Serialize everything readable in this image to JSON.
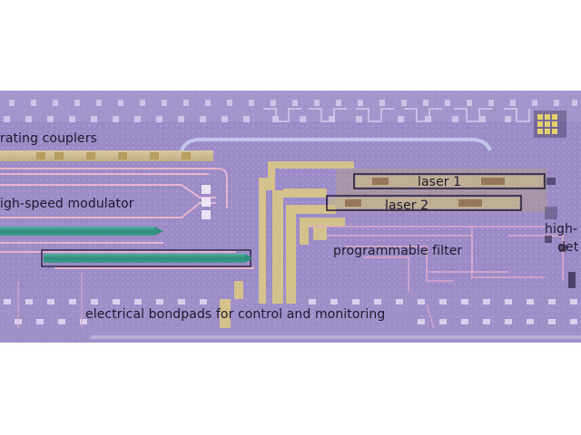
{
  "image": {
    "labels": {
      "grating_couplers": "rating couplers",
      "high_speed_modulator": "igh-speed modulator",
      "laser_1": "laser 1",
      "laser_2": "laser 2",
      "programmable_filter": "programmable filter",
      "high_speed_detector_line1": "high-",
      "high_speed_detector_line2": "det",
      "bondpads": "electrical bondpads for control and monitoring"
    },
    "colors": {
      "background": "#ffffff",
      "substrate": "#9a8ac4",
      "substrate_light": "#ad9fd2",
      "gold_trace": "#d8c488",
      "pink_waveguide": "#e9b6cf",
      "teal_modulator": "#3e9c8c",
      "pad_light": "#d9d4ee",
      "text": "#1c1a2e"
    }
  }
}
